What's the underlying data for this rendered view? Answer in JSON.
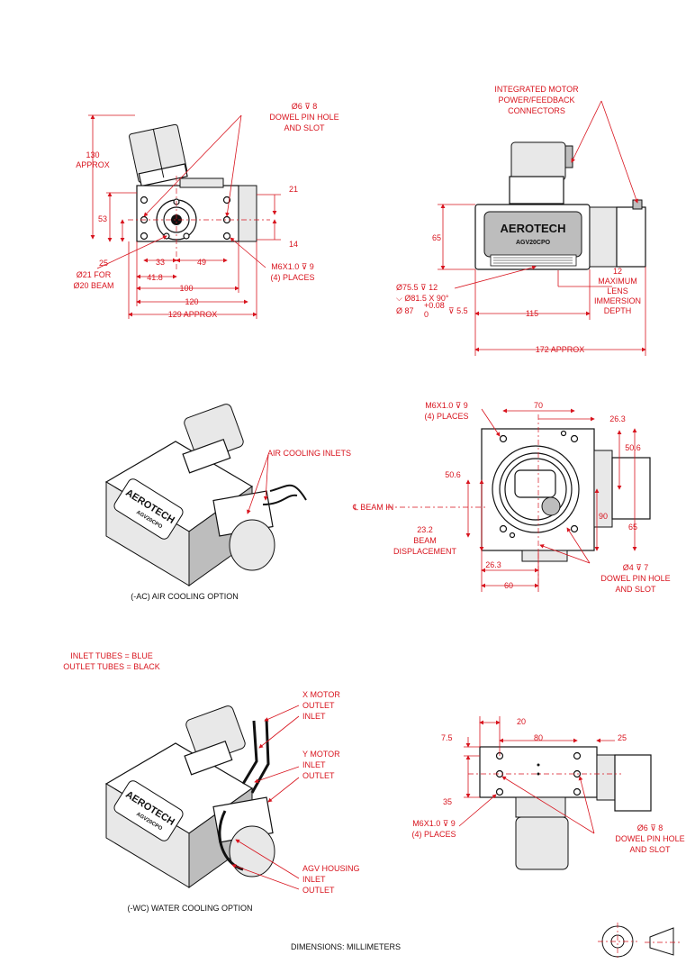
{
  "colors": {
    "annotation": "#d8141e",
    "outline": "#111111"
  },
  "view_top_left": {
    "dowel_lines": [
      "Ø6 ⊽ 8",
      "DOWEL PIN HOLE",
      "AND SLOT"
    ],
    "height_lines": [
      "130",
      "APPROX"
    ],
    "dim_53": "53",
    "dim_25": "25",
    "dim_21": "21",
    "dim_14": "14",
    "dim_33": "33",
    "dim_49": "49",
    "dim_41_8": "41.8",
    "dim_100": "100",
    "dim_120": "120",
    "dim_129": "129 APPROX",
    "beam_lines": [
      "Ø21 FOR",
      "Ø20 BEAM"
    ],
    "thread_lines": [
      "M6X1.0 ⊽ 9",
      "(4) PLACES"
    ]
  },
  "view_top_right": {
    "connector_lines": [
      "INTEGRATED MOTOR",
      "POWER/FEEDBACK",
      "CONNECTORS"
    ],
    "logo": "AEROTECH",
    "model": "AGV20CPO",
    "dim_65": "65",
    "bore_lines": [
      "Ø75.5 ⊽ 12",
      "⌵ Ø81.5 X 90°"
    ],
    "bore3_main": "Ø  87",
    "bore3_upper": "+0.08",
    "bore3_lower": "0",
    "bore3_depth": "⊽ 5.5",
    "dim_115": "115",
    "dim_172": "172 APPROX",
    "lens_lines": [
      "12",
      "MAXIMUM",
      "LENS",
      "IMMERSION",
      "DEPTH"
    ]
  },
  "view_mid_left": {
    "label": "AIR COOLING INLETS",
    "caption": "(-AC) AIR COOLING OPTION",
    "logo": "AEROTECH",
    "model": "AGV20CPO"
  },
  "view_mid_right": {
    "thread_lines": [
      "M6X1.0 ⊽ 9",
      "(4) PLACES"
    ],
    "dim_70": "70",
    "dim_26_3a": "26.3",
    "dim_50_6a": "50.6",
    "dim_50_6b": "50.6",
    "beam_in": "℄  BEAM IN",
    "dim_90": "90",
    "dim_65": "65",
    "disp_lines": [
      "23.2",
      "BEAM",
      "DISPLACEMENT"
    ],
    "dim_26_3b": "26.3",
    "dim_60": "60",
    "dowel_lines": [
      "Ø4 ⊽ 7",
      "DOWEL PIN HOLE",
      "AND SLOT"
    ]
  },
  "legend_lines": [
    "INLET TUBES = BLUE",
    "OUTLET TUBES = BLACK"
  ],
  "view_bot_left": {
    "x_motor": [
      "X MOTOR",
      "OUTLET",
      "INLET"
    ],
    "y_motor": [
      "Y MOTOR",
      "INLET",
      "OUTLET"
    ],
    "agv": [
      "AGV HOUSING",
      "INLET",
      "OUTLET"
    ],
    "caption": "(-WC) WATER COOLING OPTION",
    "logo": "AEROTECH",
    "model": "AGV20CPO"
  },
  "view_bot_right": {
    "dim_20": "20",
    "dim_7_5": "7.5",
    "dim_80": "80",
    "dim_25": "25",
    "dim_35": "35",
    "thread_lines": [
      "M6X1.0 ⊽ 9",
      "(4) PLACES"
    ],
    "dowel_lines": [
      "Ø6 ⊽ 8",
      "DOWEL PIN HOLE",
      "AND SLOT"
    ]
  },
  "footer": "DIMENSIONS:  MILLIMETERS"
}
